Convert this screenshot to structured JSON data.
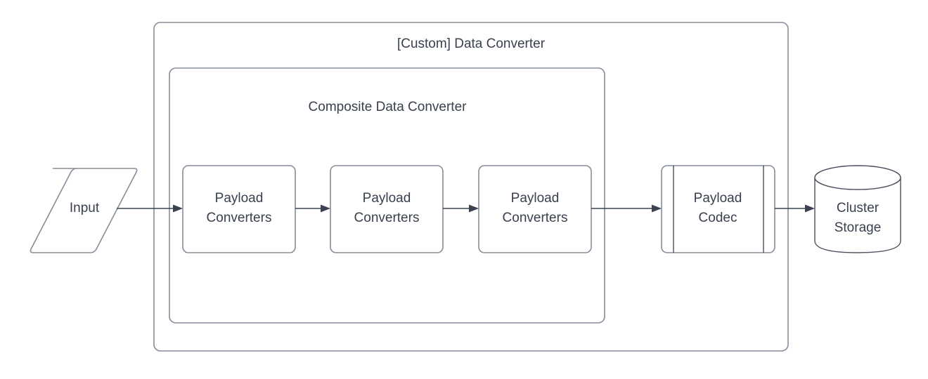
{
  "diagram": {
    "title": "[Custom] Data Converter",
    "background_color": "#ffffff",
    "stroke_color": "#868d9a",
    "text_color": "#39414f",
    "connector_color": "#3b4351",
    "containers": [
      {
        "id": "custom-data-converter",
        "label": "[Custom] Data Converter",
        "shape": "rounded-rectangle"
      },
      {
        "id": "composite-data-converter",
        "label": "Composite Data Converter",
        "shape": "rounded-rectangle"
      }
    ],
    "nodes": [
      {
        "id": "input",
        "label": "Input",
        "shape": "parallelogram"
      },
      {
        "id": "payload-converters-1",
        "label_line1": "Payload",
        "label_line2": "Converters",
        "shape": "rounded-rectangle"
      },
      {
        "id": "payload-converters-2",
        "label_line1": "Payload",
        "label_line2": "Converters",
        "shape": "rounded-rectangle"
      },
      {
        "id": "payload-converters-3",
        "label_line1": "Payload",
        "label_line2": "Converters",
        "shape": "rounded-rectangle"
      },
      {
        "id": "payload-codec",
        "label_line1": "Payload",
        "label_line2": "Codec",
        "shape": "process"
      },
      {
        "id": "cluster-storage",
        "label_line1": "Cluster",
        "label_line2": "Storage",
        "shape": "cylinder"
      }
    ],
    "connectors": [
      {
        "id": "input-to-converter-1",
        "from": "input",
        "to": "payload-converters-1",
        "style": "arrow"
      },
      {
        "id": "converter-1-to-converter-2",
        "from": "payload-converters-1",
        "to": "payload-converters-2",
        "style": "arrow"
      },
      {
        "id": "converter-2-to-converter-3",
        "from": "payload-converters-2",
        "to": "payload-converters-3",
        "style": "arrow"
      },
      {
        "id": "converter-3-to-codec",
        "from": "payload-converters-3",
        "to": "payload-codec",
        "style": "arrow"
      },
      {
        "id": "codec-to-storage",
        "from": "payload-codec",
        "to": "cluster-storage",
        "style": "arrow"
      }
    ]
  }
}
